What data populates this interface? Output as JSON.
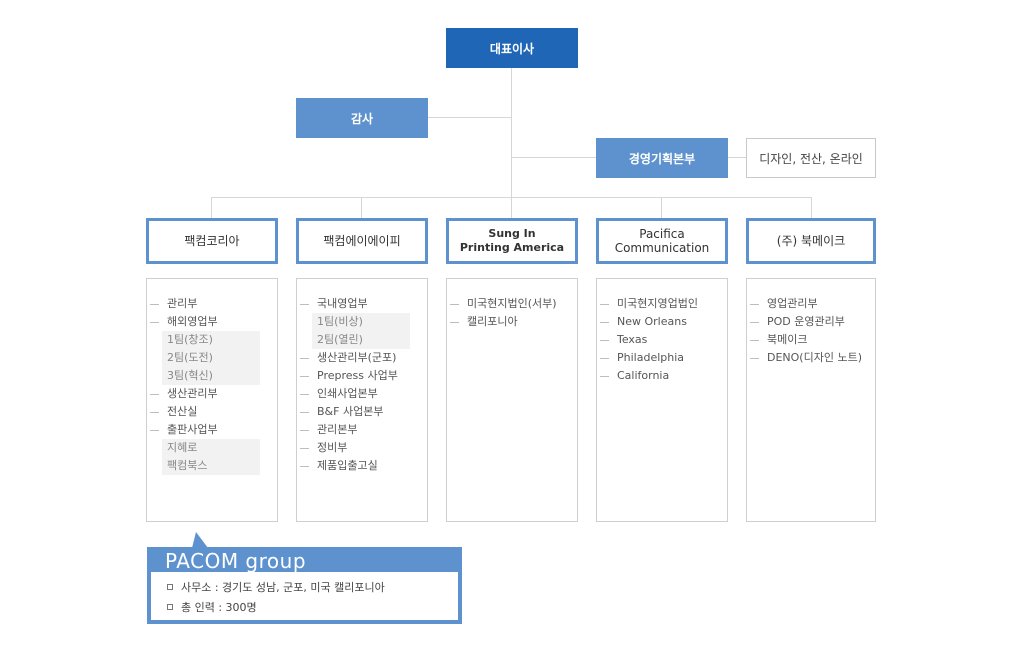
{
  "ceo": "대표이사",
  "audit": "감사",
  "planning": "경영기획본부",
  "planning_side": "디자인, 전산, 온라인",
  "divisions": [
    {
      "line1": "팩컴코리아",
      "line2": ""
    },
    {
      "line1": "팩컴에이에이피",
      "line2": ""
    },
    {
      "line1": "Sung In",
      "line2": "Printing America"
    },
    {
      "line1": "Pacifica",
      "line2": "Communication"
    },
    {
      "line1": "(주) 북메이크",
      "line2": ""
    }
  ],
  "departments": [
    [
      "관리부",
      "해외영업부",
      "1팀(창조)",
      "2팀(도전)",
      "3팀(혁신)",
      "생산관리부",
      "전산실",
      "출판사업부",
      "지혜로",
      "팩컴북스"
    ],
    [
      "국내영업부",
      "1팀(비상)",
      "2팀(열린)",
      "생산관리부(군포)",
      "Prepress 사업부",
      "인쇄사업본부",
      "B&F 사업본부",
      "관리본부",
      "정비부",
      "제품입출고실"
    ],
    [
      "미국현지법인(서부)",
      "캘리포니아"
    ],
    [
      "미국현지영업법인",
      "New Orleans",
      "Texas",
      "Philadelphia",
      "California"
    ],
    [
      "영업관리부",
      "POD 운영관리부",
      "북메이크",
      "DENO(디자인 노트)"
    ]
  ],
  "group": {
    "title": "PACOM group",
    "office": "사무소 : 경기도 성남, 군포, 미국 캘리포니아",
    "staff": "총 인력 : 300명"
  }
}
